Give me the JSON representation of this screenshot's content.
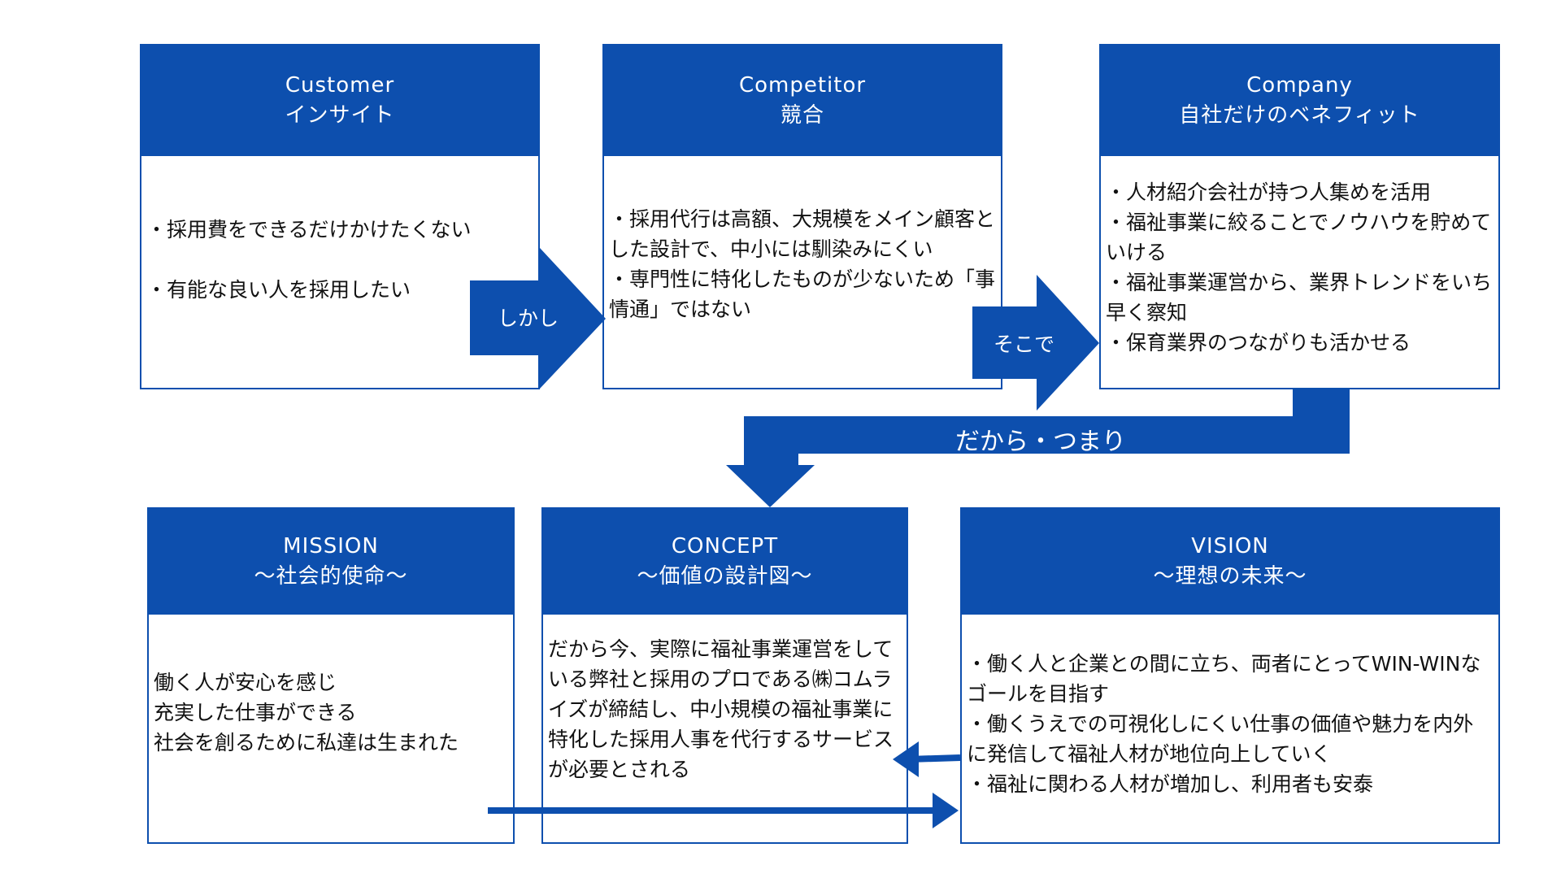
{
  "colors": {
    "primary": "#0d4fae",
    "text": "#111111",
    "background": "#ffffff"
  },
  "customer": {
    "title_en": "Customer",
    "title_ja": "インサイト",
    "items": [
      "・採用費をできるだけかけたくない",
      "・有能な良い人を採用したい"
    ]
  },
  "competitor": {
    "title_en": "Competitor",
    "title_ja": "競合",
    "items": [
      "・採用代行は高額、大規模をメイン顧客とした設計で、中小には馴染みにくい",
      "・専門性に特化したものが少ないため「事情通」ではない"
    ]
  },
  "company": {
    "title_en": "Company",
    "title_ja": "自社だけのベネフィット",
    "items": [
      "・人材紹介会社が持つ人集めを活用",
      "・福祉事業に絞ることでノウハウを貯めていける",
      "・福祉事業運営から、業界トレンドをいち早く察知",
      "・保育業界のつながりも活かせる"
    ]
  },
  "connectors": {
    "shikashi": "しかし",
    "sokode": "そこで",
    "dakara": "だから・つまり"
  },
  "mission": {
    "title_en": "MISSION",
    "title_ja": "〜社会的使命〜",
    "lines": [
      "働く人が安心を感じ",
      "充実した仕事ができる",
      "社会を創るために私達は生まれた"
    ]
  },
  "concept": {
    "title_en": "CONCEPT",
    "title_ja": "〜価値の設計図〜",
    "text": "だから今、実際に福祉事業運営をしている弊社と採用のプロである㈱コムライズが締結し、中小規模の福祉事業に特化した採用人事を代行するサービスが必要とされる"
  },
  "vision": {
    "title_en": "VISION",
    "title_ja": "〜理想の未来〜",
    "items": [
      "・働く人と企業との間に立ち、両者にとってWIN-WINなゴールを目指す",
      "・働くうえでの可視化しにくい仕事の価値や魅力を内外に発信して福祉人材が地位向上していく",
      "・福祉に関わる人材が増加し、利用者も安泰"
    ]
  }
}
